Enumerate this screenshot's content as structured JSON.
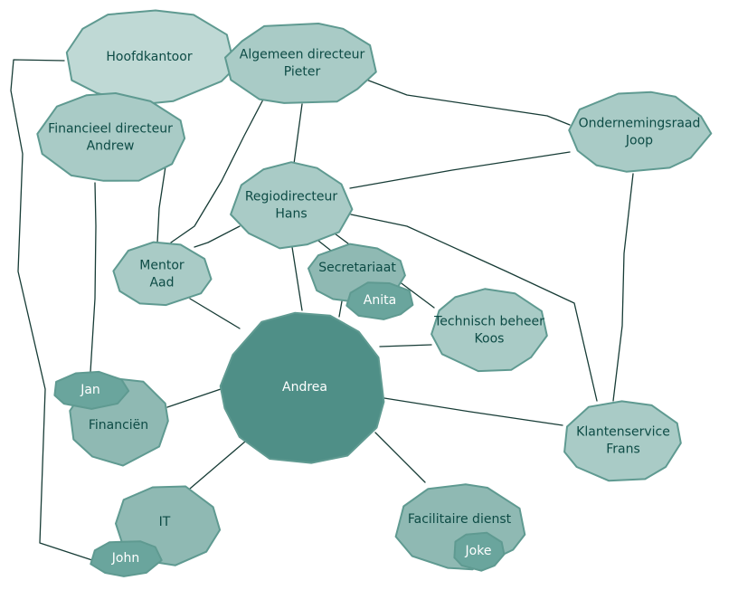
{
  "colors": {
    "pale": "#bfd9d5",
    "light": "#a9cbc6",
    "mid": "#8fb9b3",
    "dark": "#6aa59d",
    "center": "#4f8f87",
    "outline": "#5f9a91",
    "line": "#173c36",
    "text": "#0d4b45"
  },
  "nodes": {
    "hoofdkantoor": {
      "lines": [
        "Hoofdkantoor"
      ]
    },
    "algemeen": {
      "lines": [
        "Algemeen directeur",
        "Pieter"
      ]
    },
    "financieel": {
      "lines": [
        "Financieel directeur",
        "Andrew"
      ]
    },
    "ondernemingsraad": {
      "lines": [
        "Ondernemingsraad",
        "Joop"
      ]
    },
    "regio": {
      "lines": [
        "Regiodirecteur",
        "Hans"
      ]
    },
    "mentor": {
      "lines": [
        "Mentor",
        "Aad"
      ]
    },
    "secretariaat": {
      "lines": [
        "Secretariaat"
      ]
    },
    "anita": {
      "lines": [
        "Anita"
      ]
    },
    "technisch": {
      "lines": [
        "Technisch beheer",
        "Koos"
      ]
    },
    "andrea": {
      "lines": [
        "Andrea"
      ]
    },
    "jan": {
      "lines": [
        "Jan"
      ]
    },
    "financien": {
      "lines": [
        "Financiën"
      ]
    },
    "klantenservice": {
      "lines": [
        "Klantenservice",
        "Frans"
      ]
    },
    "it": {
      "lines": [
        "IT"
      ]
    },
    "john": {
      "lines": [
        "John"
      ]
    },
    "facilitaire": {
      "lines": [
        "Facilitaire dienst"
      ]
    },
    "joke": {
      "lines": [
        "Joke"
      ]
    }
  },
  "edges": [
    [
      "hoofdkantoor",
      "john"
    ],
    [
      "algemeen",
      "ondernemingsraad"
    ],
    [
      "algemeen",
      "regio"
    ],
    [
      "algemeen",
      "mentor"
    ],
    [
      "financieel",
      "mentor"
    ],
    [
      "financieel",
      "jan"
    ],
    [
      "ondernemingsraad",
      "regio"
    ],
    [
      "ondernemingsraad",
      "klantenservice"
    ],
    [
      "regio",
      "mentor"
    ],
    [
      "regio",
      "andrea"
    ],
    [
      "regio",
      "secretariaat"
    ],
    [
      "regio",
      "technisch"
    ],
    [
      "regio",
      "klantenservice"
    ],
    [
      "mentor",
      "andrea"
    ],
    [
      "secretariaat",
      "andrea"
    ],
    [
      "technisch",
      "andrea"
    ],
    [
      "andrea",
      "financien"
    ],
    [
      "andrea",
      "it"
    ],
    [
      "andrea",
      "facilitaire"
    ],
    [
      "andrea",
      "klantenservice"
    ]
  ]
}
